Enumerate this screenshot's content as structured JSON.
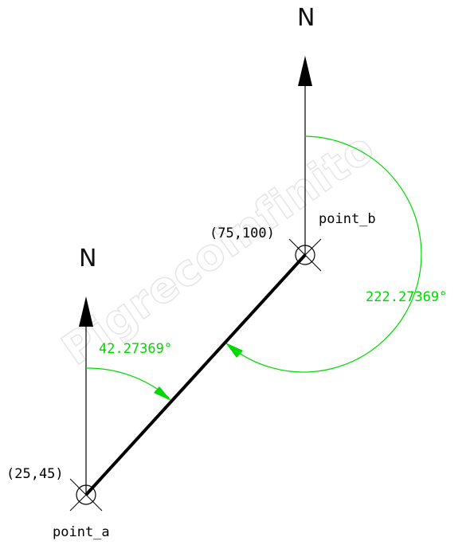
{
  "watermark": "Pigrecoinfinito",
  "north_label_top": "N",
  "north_label_left": "N",
  "point_a": {
    "label": "point_a",
    "coords": "(25,45)"
  },
  "point_b": {
    "label": "point_b",
    "coords": "(75,100)"
  },
  "angle_a": {
    "text": "42.27369°"
  },
  "angle_b": {
    "text": "222.27369°"
  },
  "colors": {
    "line": "#000000",
    "dimension": "#00d800",
    "background": "#ffffff"
  }
}
